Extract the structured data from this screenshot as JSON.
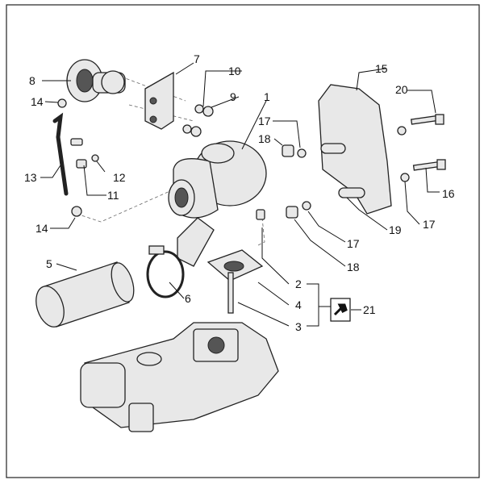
{
  "diagram": {
    "labels": {
      "p1": "1",
      "p2": "2",
      "p3": "3",
      "p4": "4",
      "p5": "5",
      "p6": "6",
      "p7": "7",
      "p8": "8",
      "p9": "9",
      "p10": "10",
      "p11": "11",
      "p12": "12",
      "p13": "13",
      "p14a": "14",
      "p14b": "14",
      "p15": "15",
      "p16": "16",
      "p17a": "17",
      "p17b": "17",
      "p17c": "17",
      "p18a": "18",
      "p18b": "18",
      "p19": "19",
      "p20": "20",
      "p21": "21"
    },
    "icons": {
      "tool": "wrench-icon"
    }
  }
}
